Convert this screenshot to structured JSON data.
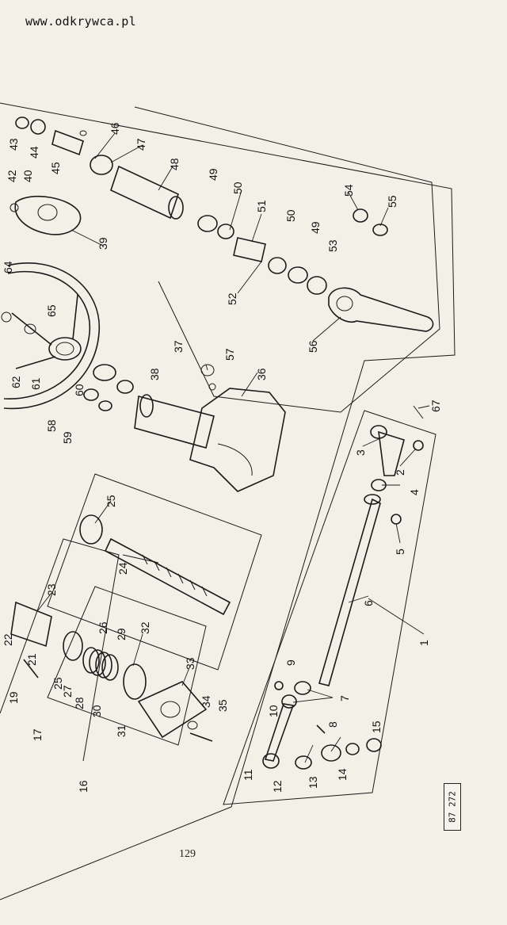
{
  "watermark": "www.odkrywca.pl",
  "page_number": "129",
  "drawing_code": "87 272",
  "callouts": [
    "1",
    "2",
    "3",
    "4",
    "5",
    "6",
    "7",
    "8",
    "9",
    "10",
    "11",
    "12",
    "13",
    "14",
    "15",
    "16",
    "17",
    "19",
    "21",
    "22",
    "23",
    "24",
    "25",
    "25",
    "26",
    "27",
    "28",
    "29",
    "30",
    "31",
    "32",
    "33",
    "34",
    "35",
    "36",
    "37",
    "38",
    "39",
    "40",
    "42",
    "43",
    "44",
    "45",
    "46",
    "47",
    "48",
    "49",
    "49",
    "50",
    "50",
    "51",
    "52",
    "53",
    "54",
    "55",
    "56",
    "57",
    "58",
    "59",
    "60",
    "61",
    "62",
    "64",
    "65",
    "67"
  ]
}
